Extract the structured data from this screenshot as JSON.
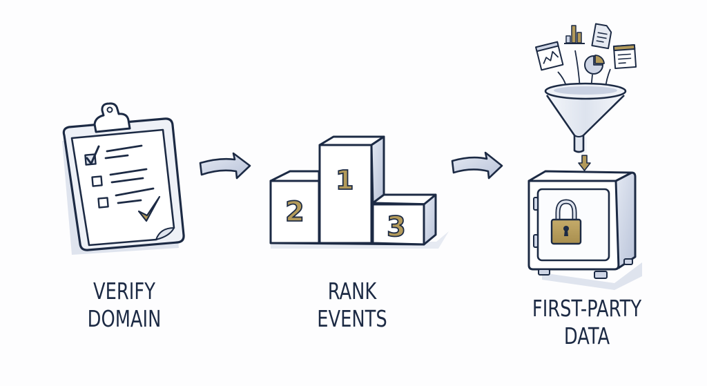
{
  "diagram": {
    "type": "process-flow",
    "direction": "left-to-right",
    "colors": {
      "ink": "#1c2a44",
      "gold": "#b39a5a",
      "shade": "#cfd6e6",
      "background": "#fdfdfe"
    },
    "steps": [
      {
        "id": "verify",
        "icon": "clipboard-checklist-icon",
        "label_line1": "VERIFY",
        "label_line2": "DOMAIN"
      },
      {
        "id": "rank",
        "icon": "podium-icon",
        "podium_places": [
          "1",
          "2",
          "3"
        ],
        "label_line1": "RANK",
        "label_line2": "EVENTS"
      },
      {
        "id": "first-party",
        "icon": "funnel-into-safe-icon",
        "sources": [
          "line-chart-window-icon",
          "bar-chart-icon",
          "document-icon",
          "pie-chart-icon",
          "text-window-icon"
        ],
        "label_line1": "FIRST-PARTY",
        "label_line2": "DATA"
      }
    ],
    "connectors": [
      {
        "from": "verify",
        "to": "rank",
        "icon": "arrow-right-icon"
      },
      {
        "from": "rank",
        "to": "first-party",
        "icon": "arrow-right-icon"
      }
    ]
  }
}
